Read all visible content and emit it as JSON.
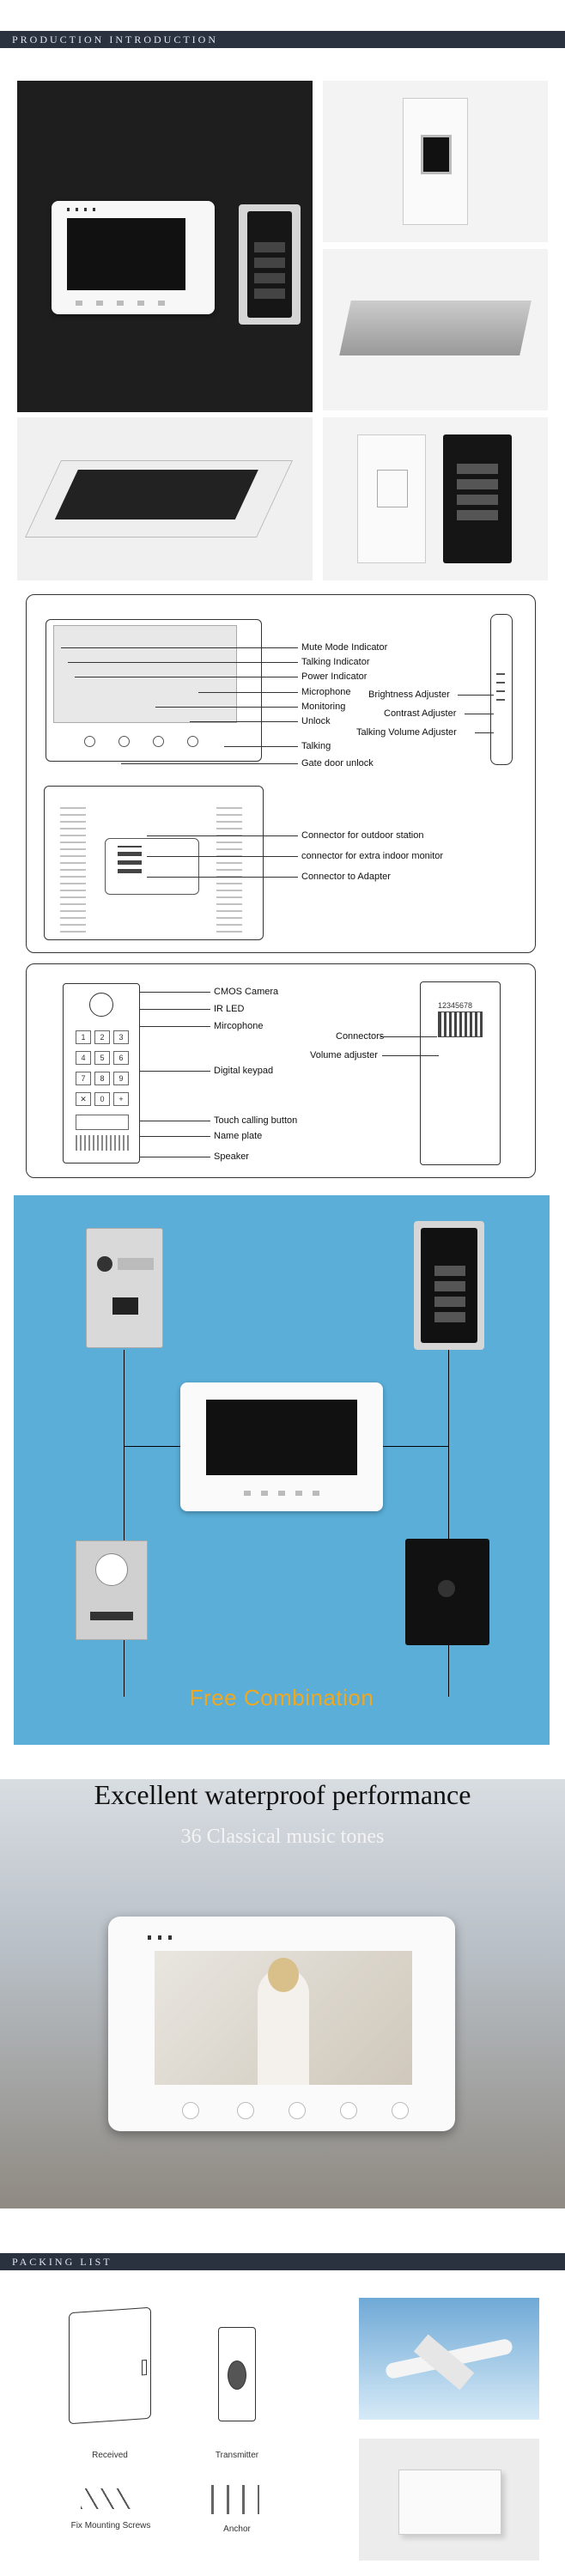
{
  "sections": {
    "intro_title": "PRODUCTION INTRODUCTION",
    "packing_title": "PACKING LIST"
  },
  "monitor_diagram": {
    "front_labels": [
      "Mute Mode Indicator",
      "Talking Indicator",
      "Power Indicator",
      "Microphone",
      "Monitoring",
      "Unlock",
      "Talking",
      "Gate door unlock"
    ],
    "side_labels": [
      "Brightness Adjuster",
      "Contrast Adjuster",
      "Talking Volume Adjuster"
    ],
    "back_labels": [
      "Connector for outdoor station",
      "connector for extra indoor monitor",
      "Connector to Adapter"
    ]
  },
  "outdoor_diagram": {
    "front_labels": [
      "CMOS Camera",
      "IR LED",
      "Mircophone",
      "Digital keypad",
      "Touch calling button",
      "Name plate",
      "Speaker"
    ],
    "back_labels": [
      "Connectors",
      "Volume adjuster"
    ],
    "connector_numbers": "12345678",
    "keys": [
      "1",
      "2",
      "3",
      "4",
      "5",
      "6",
      "7",
      "8",
      "9",
      "✕",
      "0",
      "+"
    ]
  },
  "combination": {
    "caption": "Free Combination"
  },
  "waterproof": {
    "headline": "Excellent waterproof performance",
    "subline": "36 Classical music tones"
  },
  "packing": {
    "items": [
      "Received",
      "Transmitter",
      "Fix Mounting Screws",
      "Anchor"
    ]
  },
  "colors": {
    "header_bg": "#2a3240",
    "blue_panel": "#5aaed8",
    "caption_orange": "#f0a820"
  }
}
